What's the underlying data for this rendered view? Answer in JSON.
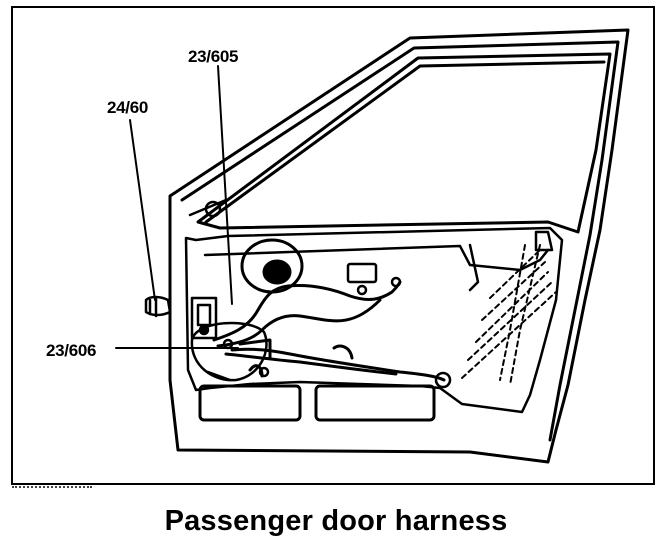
{
  "figure": {
    "caption": "Passenger door harness",
    "callouts": [
      {
        "id": "connector-23-605",
        "text": "23/605"
      },
      {
        "id": "connector-24-60",
        "text": "24/60"
      },
      {
        "id": "connector-23-606",
        "text": "23/606"
      }
    ]
  }
}
